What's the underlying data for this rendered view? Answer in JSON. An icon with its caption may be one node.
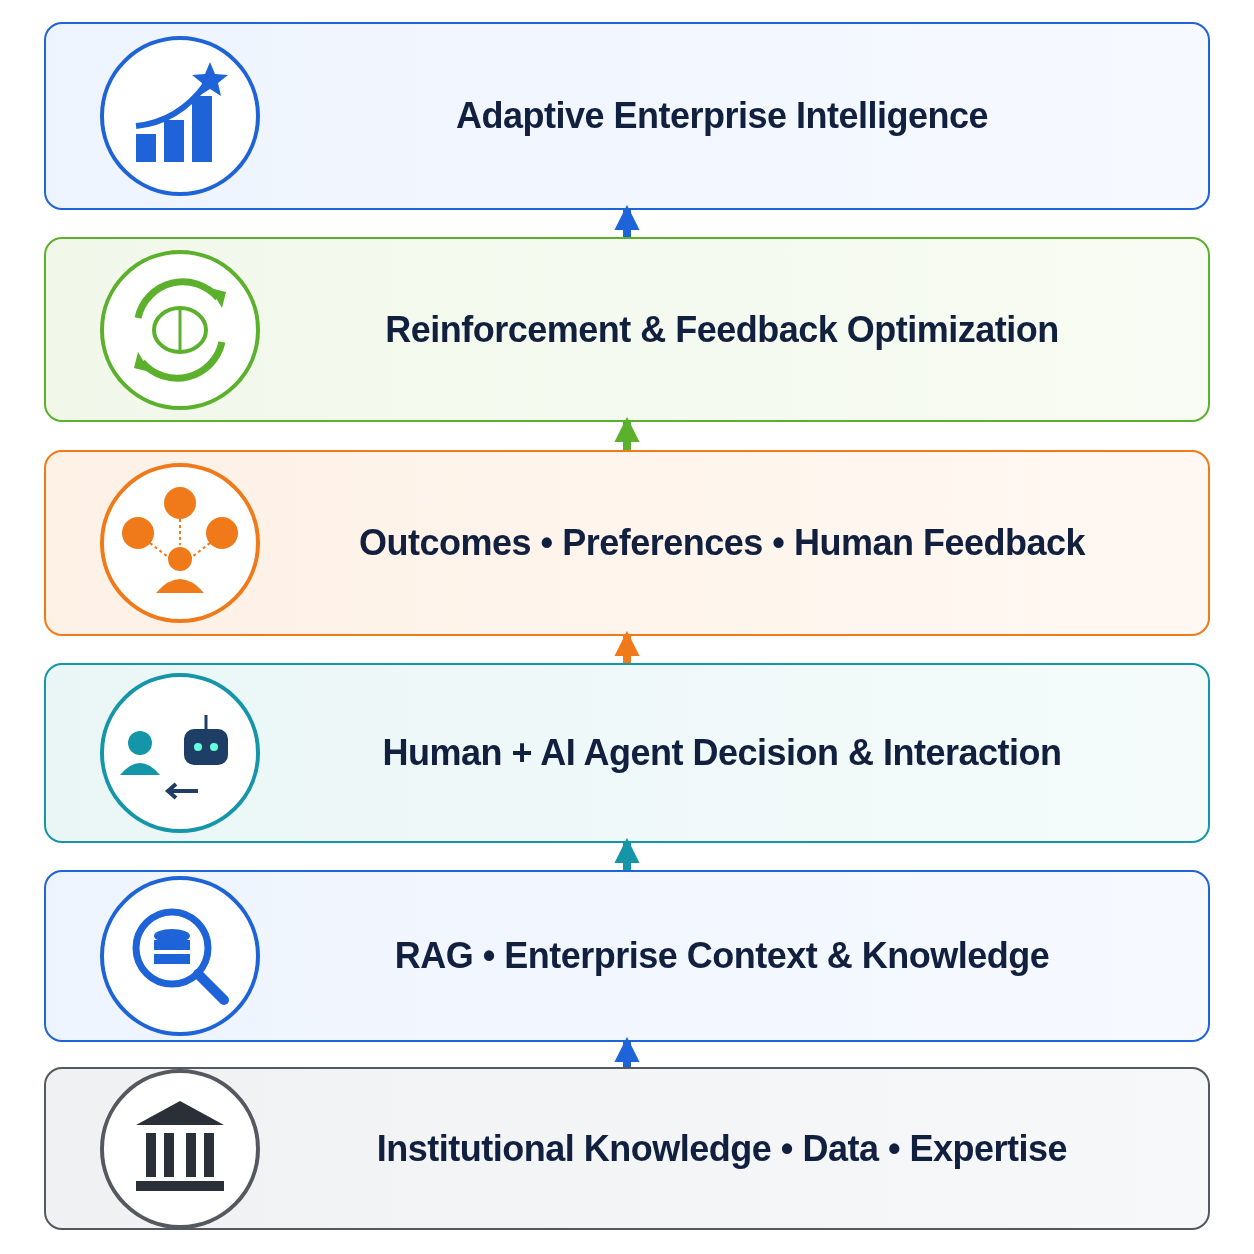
{
  "diagram": {
    "nodes": [
      {
        "text": [
          "Adaptive Enterprise Intelligence"
        ]
      },
      {
        "text": [
          "Reinforcement & Feedback Optimization"
        ]
      },
      {
        "text": [
          "Outcomes • Preferences • Human Feedback"
        ]
      },
      {
        "text": [
          "Human + AI Agent Decision & Interaction"
        ]
      },
      {
        "text": [
          "RAG • Enterprise Context & Knowledge"
        ]
      },
      {
        "text": [
          "Institutional Knowledge • Data • Expertise"
        ]
      }
    ],
    "edges": [
      {
        "from": 5,
        "to": 4,
        "arrow": "to",
        "color": "#1f63d8"
      },
      {
        "from": 4,
        "to": 3,
        "arrow": "to",
        "color": "#1596a8"
      },
      {
        "from": 3,
        "to": 2,
        "arrow": "to",
        "color": "#f07a1a"
      },
      {
        "from": 2,
        "to": 1,
        "arrow": "to",
        "color": "#5bb02c"
      },
      {
        "from": 1,
        "to": 0,
        "arrow": "to",
        "color": "#1f63d8"
      }
    ]
  }
}
